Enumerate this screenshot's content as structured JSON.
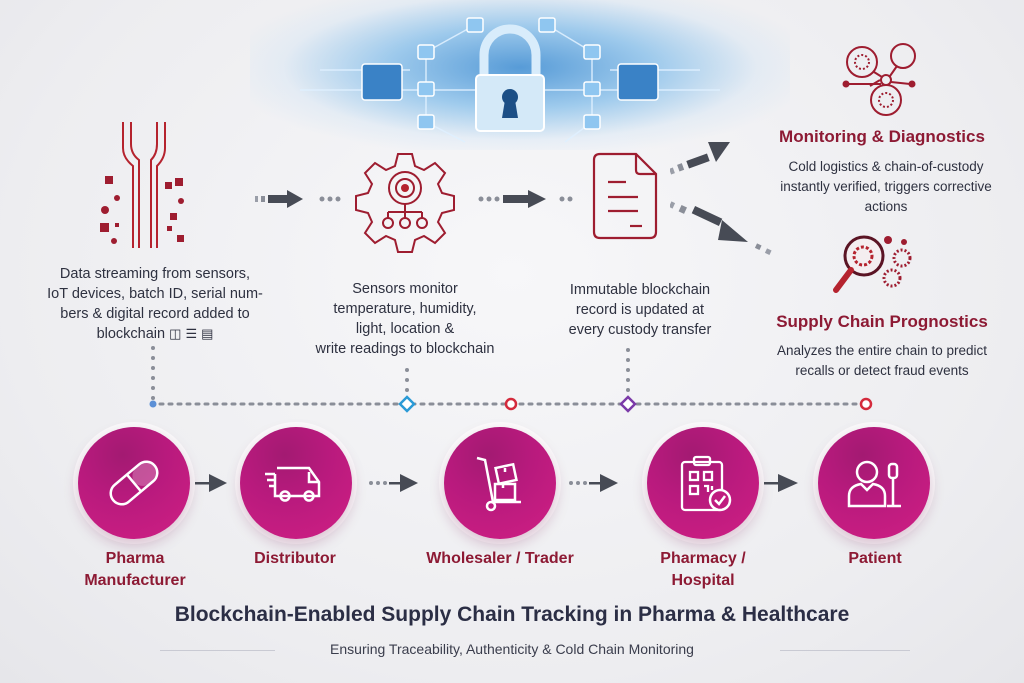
{
  "colors": {
    "accent_maroon": "#8d1a34",
    "stage_magenta": "#c01c7f",
    "arrow_gray": "#474b55",
    "hero_blue": "#3c8cd2",
    "text_dark": "#2b2e45"
  },
  "hero": {
    "icon": "padlock-network-icon"
  },
  "steps": [
    {
      "icon": "data-stream-circuit-icon",
      "text": [
        "Data streaming from sensors,",
        "IoT devices, batch ID, serial num-",
        "bers & digital record added to",
        "blockchain"
      ],
      "trailing_icons": [
        "blocks-icon",
        "list-icon",
        "ledger-icon"
      ]
    },
    {
      "icon": "sensor-gear-icon",
      "text": [
        "Sensors monitor",
        "temperature, humidity,",
        "light, location &",
        "write readings to blockchain"
      ]
    },
    {
      "icon": "document-icon",
      "text": [
        "Immutable blockchain",
        "record is updated at",
        "every custody transfer"
      ]
    }
  ],
  "outcomes": [
    {
      "icon": "diagnostics-network-icon",
      "title": "Monitoring & Diagnostics",
      "text": [
        "Cold logistics & chain-of-custody",
        "instantly verified, triggers corrective",
        "actions"
      ]
    },
    {
      "icon": "magnifier-analysis-icon",
      "title": "Supply Chain Prognostics",
      "text": [
        "Analyzes the entire chain to predict",
        "recalls or detect fraud events"
      ]
    }
  ],
  "stages": [
    {
      "icon": "capsule-icon",
      "label": [
        "Pharma",
        "Manufacturer"
      ]
    },
    {
      "icon": "delivery-van-icon",
      "label": [
        "Distributor"
      ]
    },
    {
      "icon": "hand-truck-icon",
      "label": [
        "Wholesaler / Trader"
      ]
    },
    {
      "icon": "clipboard-qr-check-icon",
      "label": [
        "Pharmacy /",
        "Hospital"
      ]
    },
    {
      "icon": "patient-iv-icon",
      "label": [
        "Patient"
      ]
    }
  ],
  "timeline_markers": [
    {
      "color": "#5b8fd6",
      "shape": "dot"
    },
    {
      "color": "#2a9ad6",
      "shape": "diamond"
    },
    {
      "color": "#d42a3c",
      "shape": "ring"
    },
    {
      "color": "#7b3aa8",
      "shape": "diamond"
    },
    {
      "color": "#d42a3c",
      "shape": "ring"
    }
  ],
  "footer": {
    "title": "Blockchain-Enabled Supply Chain Tracking in Pharma & Healthcare",
    "subtitle": "Ensuring Traceability, Authenticity & Cold Chain Monitoring"
  }
}
